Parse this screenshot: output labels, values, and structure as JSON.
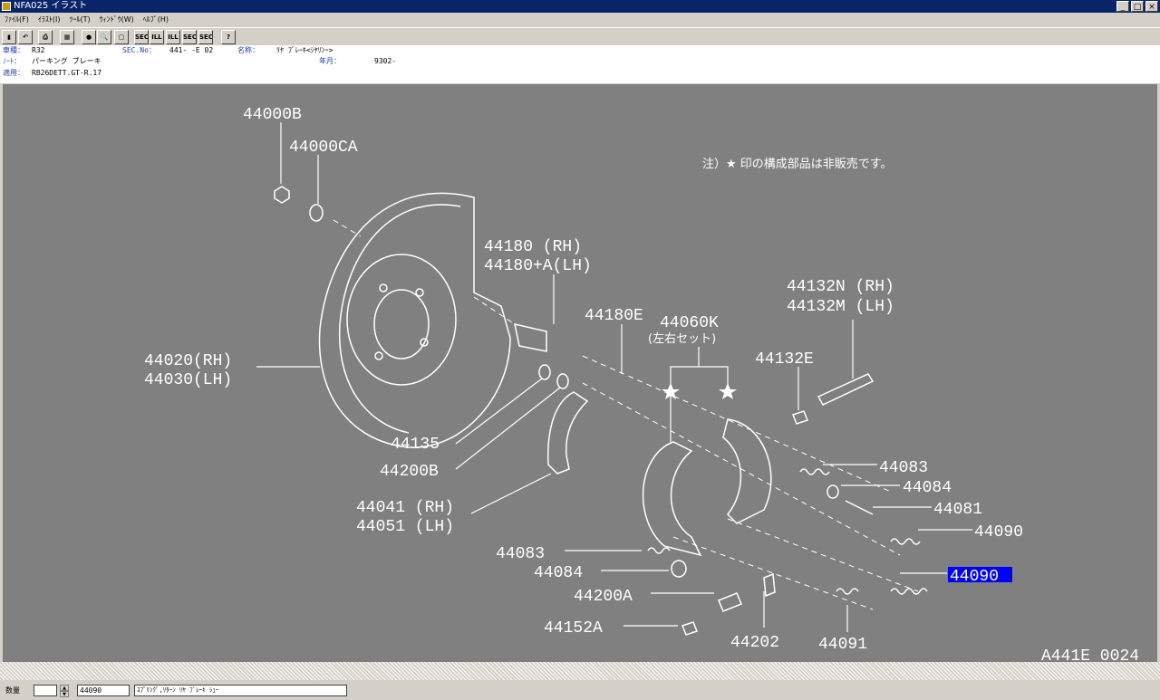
{
  "window": {
    "title": "NFA025 イラスト",
    "min": "_",
    "max": "□",
    "close": "×"
  },
  "menu": [
    "ﾌｧｲﾙ(F)",
    "ｲﾗｽﾄ(I)",
    "ﾂｰﾙ(T)",
    "ｳｨﾝﾄﾞｳ(W)",
    "ﾍﾙﾌﾟ(H)"
  ],
  "toolbar": {
    "buttons": [
      {
        "name": "book-icon",
        "glyph": "▮"
      },
      {
        "name": "back-arrow-icon",
        "glyph": "↶"
      },
      {
        "name": "print-icon",
        "glyph": "⎙"
      },
      {
        "name": "grid-icon",
        "glyph": "▦"
      },
      {
        "name": "record-icon",
        "glyph": "●"
      },
      {
        "name": "zoom-icon",
        "glyph": "🔍"
      },
      {
        "name": "window-icon",
        "glyph": "▢"
      },
      {
        "name": "sec-prev-icon",
        "glyph": "SEC"
      },
      {
        "name": "ill-prev-icon",
        "glyph": "ILL"
      },
      {
        "name": "ill-next-icon",
        "glyph": "ILL"
      },
      {
        "name": "sec-next-icon",
        "glyph": "SEC"
      },
      {
        "name": "sec-jump-icon",
        "glyph": "SEC"
      },
      {
        "name": "help-icon",
        "glyph": "?"
      }
    ]
  },
  "info": {
    "car_label": "車種：",
    "car": "R32",
    "sec_label": "SEC.No：",
    "sec": "441-  -E 02",
    "name_label": "名称：",
    "name": "ﾘﾔ ﾌﾞﾚｰｷ<ｼﾔﾘﾝｰ>",
    "note_label": "ﾉｰﾄ：",
    "note": "パーキング ブレーキ",
    "date_label": "年月：",
    "date": "9302-",
    "apply_label": "適用：",
    "apply": "RB26DETT.GT-R.17"
  },
  "diagram": {
    "note": "注）★ 印の構成部品は非販売です。",
    "labels": [
      {
        "text": "44000B"
      },
      {
        "text": "44000CA"
      },
      {
        "text": "44180   (RH)"
      },
      {
        "text": "44180+A(LH)"
      },
      {
        "text": "44180E"
      },
      {
        "text": "44060K"
      },
      {
        "text": "(左右セット)"
      },
      {
        "text": "44132N (RH)"
      },
      {
        "text": "44132M (LH)"
      },
      {
        "text": "44132E"
      },
      {
        "text": "44020(RH)"
      },
      {
        "text": "44030(LH)"
      },
      {
        "text": "44135"
      },
      {
        "text": "44200B"
      },
      {
        "text": "44041 (RH)"
      },
      {
        "text": "44051 (LH)"
      },
      {
        "text": "44083"
      },
      {
        "text": "44084"
      },
      {
        "text": "44081"
      },
      {
        "text": "44090"
      },
      {
        "text": "44083"
      },
      {
        "text": "44084"
      },
      {
        "text": "44200A"
      },
      {
        "text": "44152A"
      },
      {
        "text": "44202"
      },
      {
        "text": "44091"
      }
    ],
    "selected_label": "44090",
    "figure_id": "A441E 0024"
  },
  "status": {
    "qty_label": "数量",
    "qty_value": "",
    "part_no": "44090",
    "part_name": "ｽﾌﾟﾘﾝｸﾞ,ﾘﾀｰﾝ ﾘﾔ ﾌﾞﾚｰｷ ｼｭｰ"
  }
}
